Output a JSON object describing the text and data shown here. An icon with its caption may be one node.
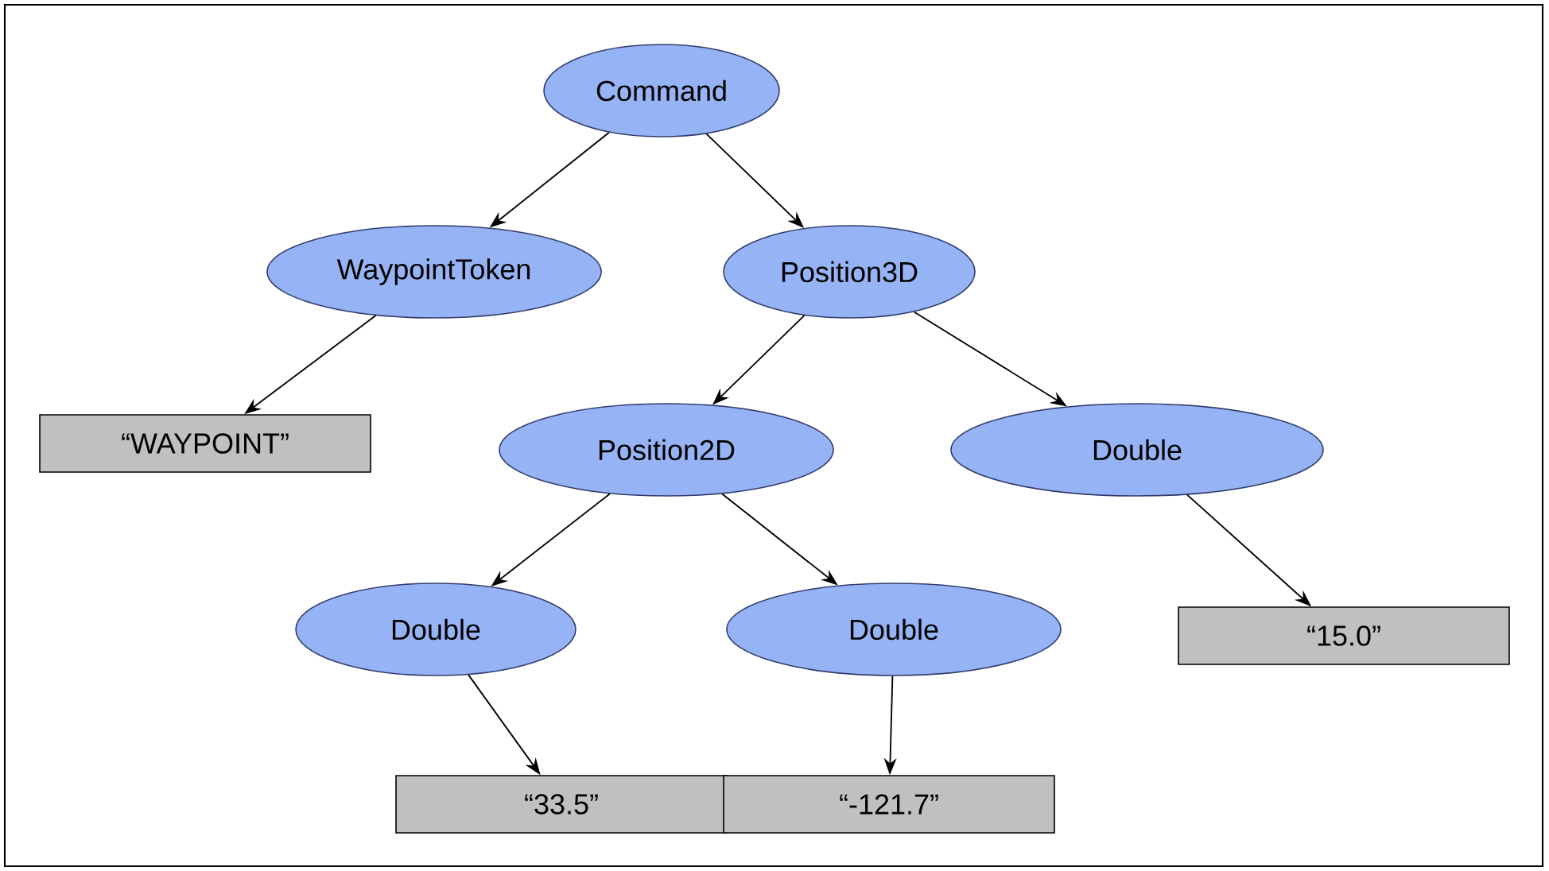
{
  "diagram": {
    "nodes": [
      {
        "text": [
          "Command"
        ]
      },
      {
        "text": [
          "WaypointToken"
        ]
      },
      {
        "text": [
          "Position3D"
        ]
      },
      {
        "text": [
          "“WAYPOINT”"
        ]
      },
      {
        "text": [
          "Position2D"
        ]
      },
      {
        "text": [
          "Double"
        ]
      },
      {
        "text": [
          "Double"
        ]
      },
      {
        "text": [
          "Double"
        ]
      },
      {
        "text": [
          "“15.0”"
        ]
      },
      {
        "text": [
          "“33.5”"
        ]
      },
      {
        "text": [
          "“-121.7”"
        ]
      }
    ],
    "edges": [
      {
        "from": 0,
        "to": 1,
        "arrow": "to"
      },
      {
        "from": 0,
        "to": 2,
        "arrow": "to"
      },
      {
        "from": 1,
        "to": 3,
        "arrow": "to"
      },
      {
        "from": 2,
        "to": 4,
        "arrow": "to"
      },
      {
        "from": 2,
        "to": 5,
        "arrow": "to"
      },
      {
        "from": 4,
        "to": 6,
        "arrow": "to"
      },
      {
        "from": 4,
        "to": 7,
        "arrow": "to"
      },
      {
        "from": 5,
        "to": 8,
        "arrow": "to"
      },
      {
        "from": 6,
        "to": 9,
        "arrow": "to"
      },
      {
        "from": 7,
        "to": 10,
        "arrow": "to"
      }
    ]
  }
}
